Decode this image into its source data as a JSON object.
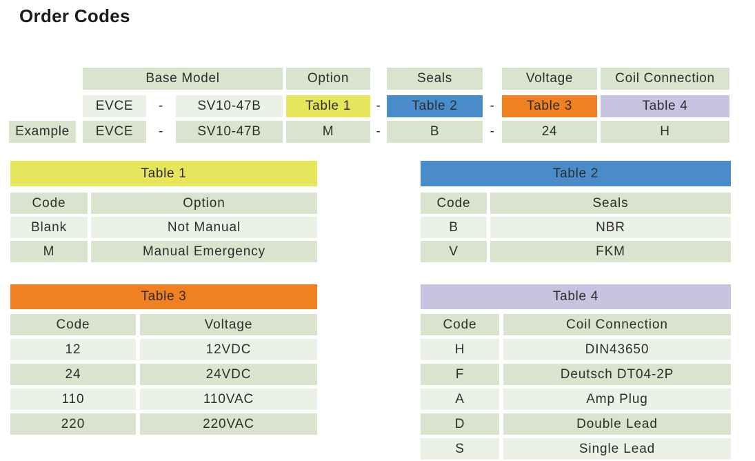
{
  "page": {
    "title": "Order Codes"
  },
  "colors": {
    "cell_green": "#d9e3cd",
    "cell_green_light": "#ecf1e5",
    "table1_yellow": "#e5e65c",
    "table2_blue": "#4a8cca",
    "table3_orange": "#f08122",
    "table4_lavender": "#c7c4e2",
    "text": "#2d2d2d"
  },
  "code_builder": {
    "column_headers": {
      "base_model": "Base Model",
      "option": "Option",
      "seals": "Seals",
      "voltage": "Voltage",
      "coil_connection": "Coil Connection"
    },
    "reference_row": {
      "prefix": "EVCE",
      "sep1": "-",
      "model": "SV10-47B",
      "option": "Table 1",
      "sep2": "-",
      "seals": "Table 2",
      "sep3": "-",
      "voltage": "Table 3",
      "coil": "Table 4"
    },
    "example_row": {
      "label": "Example",
      "prefix": "EVCE",
      "sep1": "-",
      "model": "SV10-47B",
      "option": "M",
      "sep2": "-",
      "seals": "B",
      "sep3": "-",
      "voltage": "24",
      "coil": "H"
    }
  },
  "tables": {
    "t1": {
      "title": "Table 1",
      "accent": "#e5e65c",
      "col_headers": [
        "Code",
        "Option"
      ],
      "rows": [
        [
          "Blank",
          "Not Manual"
        ],
        [
          "M",
          "Manual Emergency"
        ]
      ]
    },
    "t2": {
      "title": "Table 2",
      "accent": "#4a8cca",
      "col_headers": [
        "Code",
        "Seals"
      ],
      "rows": [
        [
          "B",
          "NBR"
        ],
        [
          "V",
          "FKM"
        ]
      ]
    },
    "t3": {
      "title": "Table 3",
      "accent": "#f08122",
      "col_headers": [
        "Code",
        "Voltage"
      ],
      "rows": [
        [
          "12",
          "12VDC"
        ],
        [
          "24",
          "24VDC"
        ],
        [
          "110",
          "110VAC"
        ],
        [
          "220",
          "220VAC"
        ]
      ]
    },
    "t4": {
      "title": "Table 4",
      "accent": "#c7c4e2",
      "col_headers": [
        "Code",
        "Coil Connection"
      ],
      "rows": [
        [
          "H",
          "DIN43650"
        ],
        [
          "F",
          "Deutsch DT04-2P"
        ],
        [
          "A",
          "Amp Plug"
        ],
        [
          "D",
          "Double Lead"
        ],
        [
          "S",
          "Single Lead"
        ]
      ]
    }
  }
}
